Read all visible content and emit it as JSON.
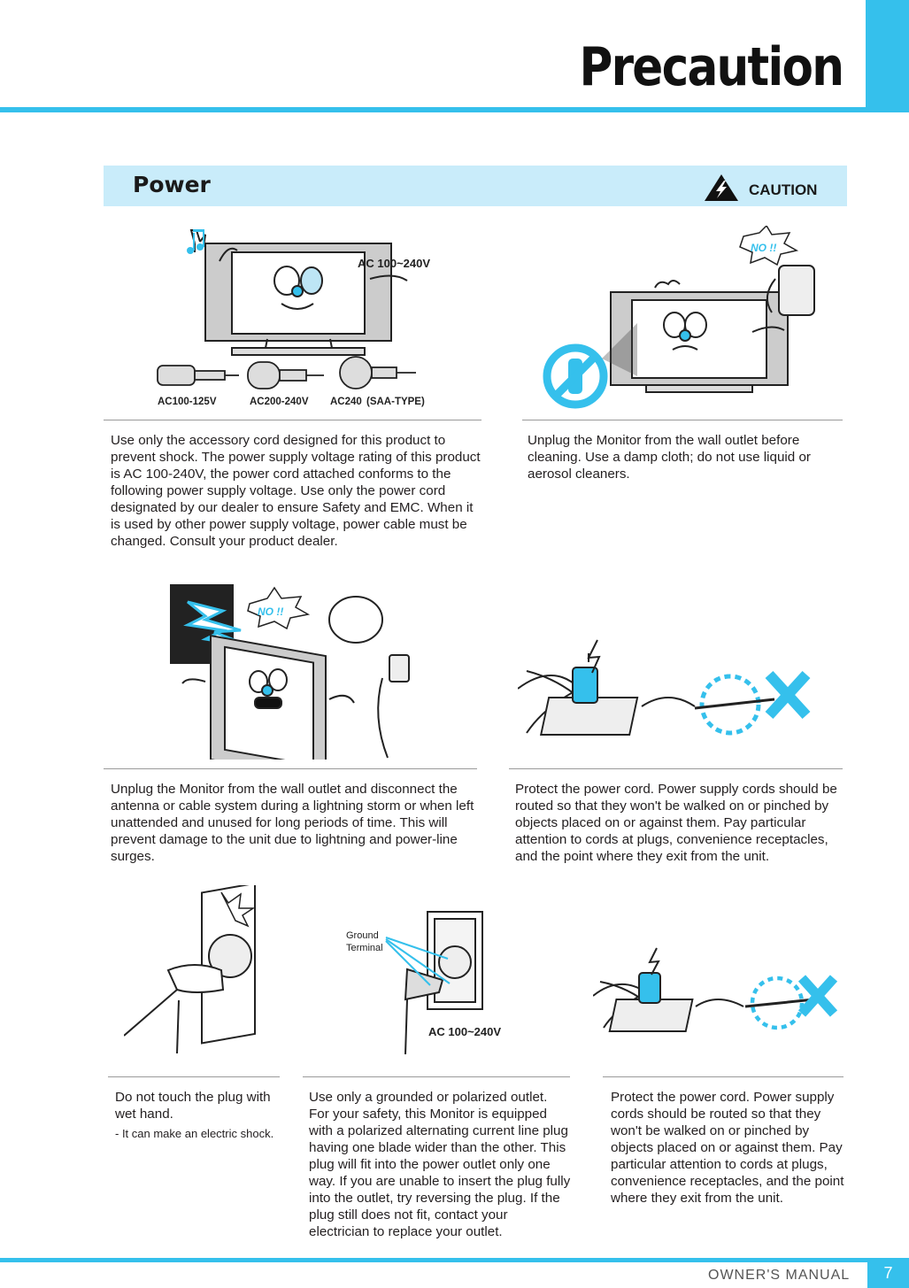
{
  "header": {
    "title": "Precaution"
  },
  "section": {
    "title": "Power",
    "caution_label": "CAUTION"
  },
  "figures": {
    "voltage_label": "AC 100~240V",
    "no_label": "NO !!",
    "plug_labels": [
      "AC100-125V",
      "AC200-240V",
      "AC240",
      "(SAA-TYPE)"
    ],
    "ground_label_1": "Ground",
    "ground_label_2": "Terminal"
  },
  "items": {
    "accessory_cord": "Use only the accessory cord designed for this product to prevent shock. The power supply voltage rating of this product is AC 100-240V, the power cord attached conforms to the following power supply voltage. Use only the power cord designated by our dealer to ensure Safety and EMC. When it is used by other power supply voltage, power cable must be changed. Consult your product dealer.",
    "cleaning": "Unplug the Monitor from the wall outlet before cleaning. Use a damp cloth; do not use liquid or aerosol cleaners.",
    "lightning": "Unplug the Monitor from the wall outlet and disconnect the antenna or cable system during a lightning storm or when left unattended and unused for long periods of time. This will prevent damage to the unit due to lightning and power-line surges.",
    "protect_cord_1": "Protect the power cord. Power supply cords should be routed so that they won't be walked on or pinched by objects placed on or against them. Pay particular attention to cords at plugs, convenience receptacles, and the point where they exit from the unit.",
    "wet_hand": "Do not touch the plug with wet hand.",
    "wet_hand_note": "- It can make an electric shock.",
    "grounded_outlet": "Use only a grounded or polarized outlet. For your safety, this Monitor is equipped with a polarized alternating current line plug having one blade wider than the other. This plug will fit into the power outlet only one way. If you are unable to insert the plug fully into the outlet, try reversing the plug. If the plug still does not fit, contact your electrician to replace your outlet.",
    "protect_cord_2": "Protect the power cord. Power supply cords should be routed so that they won't be walked on or pinched by objects placed on or against them. Pay particular attention to cords at plugs, convenience receptacles, and the point where they exit from the unit."
  },
  "footer": {
    "label": "OWNER'S MANUAL",
    "page_number": "7"
  },
  "colors": {
    "accent": "#35c0ec",
    "section_bg": "#c9ecfa"
  }
}
